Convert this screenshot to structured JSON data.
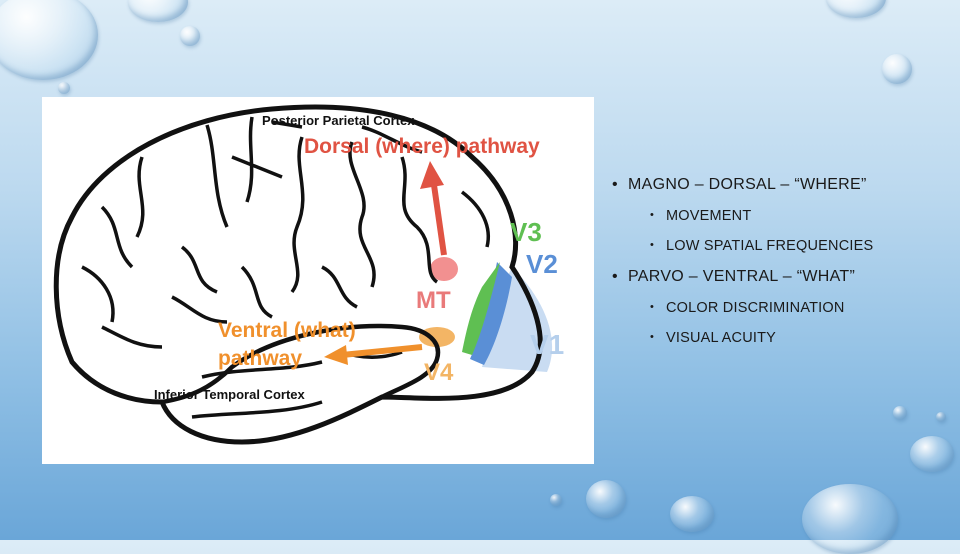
{
  "figure": {
    "labels": {
      "posterior_parietal": "Posterior Parietal Cortex",
      "dorsal": "Dorsal (where) pathway",
      "v3": "V3",
      "v2": "V2",
      "mt": "MT",
      "v1": "V1",
      "ventral_line1": "Ventral (what)",
      "ventral_line2": "pathway",
      "v4": "V4",
      "inferior_temporal": "Inferior Temporal Cortex"
    },
    "colors": {
      "dorsal": "#e05343",
      "ventral": "#f0902c",
      "v1": "#9bbfe6",
      "v2": "#5a8fd6",
      "v3": "#5fbf52",
      "mt": "#e97a7a",
      "v4": "#f3a64a"
    }
  },
  "bullets": [
    {
      "text": "MAGNO – DORSAL – “WHERE”",
      "sub": [
        "MOVEMENT",
        "LOW SPATIAL FREQUENCIES"
      ]
    },
    {
      "text": "PARVO – VENTRAL – “WHAT”",
      "sub": [
        "COLOR DISCRIMINATION",
        "VISUAL ACUITY"
      ]
    }
  ]
}
